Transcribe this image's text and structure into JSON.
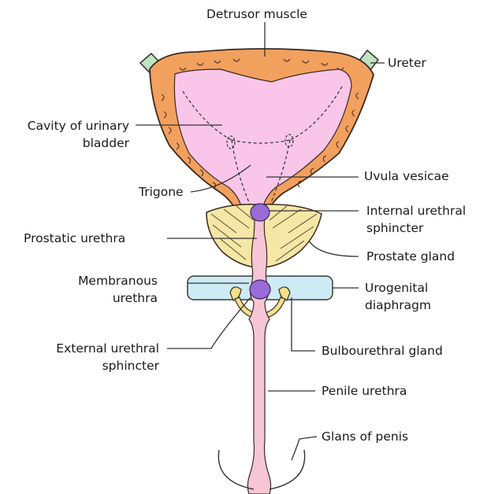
{
  "colors": {
    "detrusor": "#f2a05e",
    "detrusor_stroke": "#5a3a2a",
    "cavity": "#f9c6ea",
    "ureter": "#bfe3bf",
    "prostate": "#f5e7a6",
    "diaphragm": "#cdebf5",
    "urethra": "#f7c6d6",
    "sphincter": "#9a6ad6",
    "gland": "#f4e28a",
    "line": "#333333"
  },
  "labels": {
    "detrusor_muscle": "Detrusor muscle",
    "ureter": "Ureter",
    "cavity_line1": "Cavity of urinary",
    "cavity_line2": "bladder",
    "trigone": "Trigone",
    "uvula_vesicae": "Uvula vesicae",
    "internal_sphincter_line1": "Internal urethral",
    "internal_sphincter_line2": "sphincter",
    "prostatic_urethra": "Prostatic urethra",
    "prostate_gland": "Prostate gland",
    "membranous_line1": "Membranous",
    "membranous_line2": "urethra",
    "urogenital_line1": "Urogenital",
    "urogenital_line2": "diaphragm",
    "external_sphincter_line1": "External urethral",
    "external_sphincter_line2": "sphincter",
    "bulbourethral_gland": "Bulbourethral gland",
    "penile_urethra": "Penile urethra",
    "glans_of_penis": "Glans of penis"
  }
}
